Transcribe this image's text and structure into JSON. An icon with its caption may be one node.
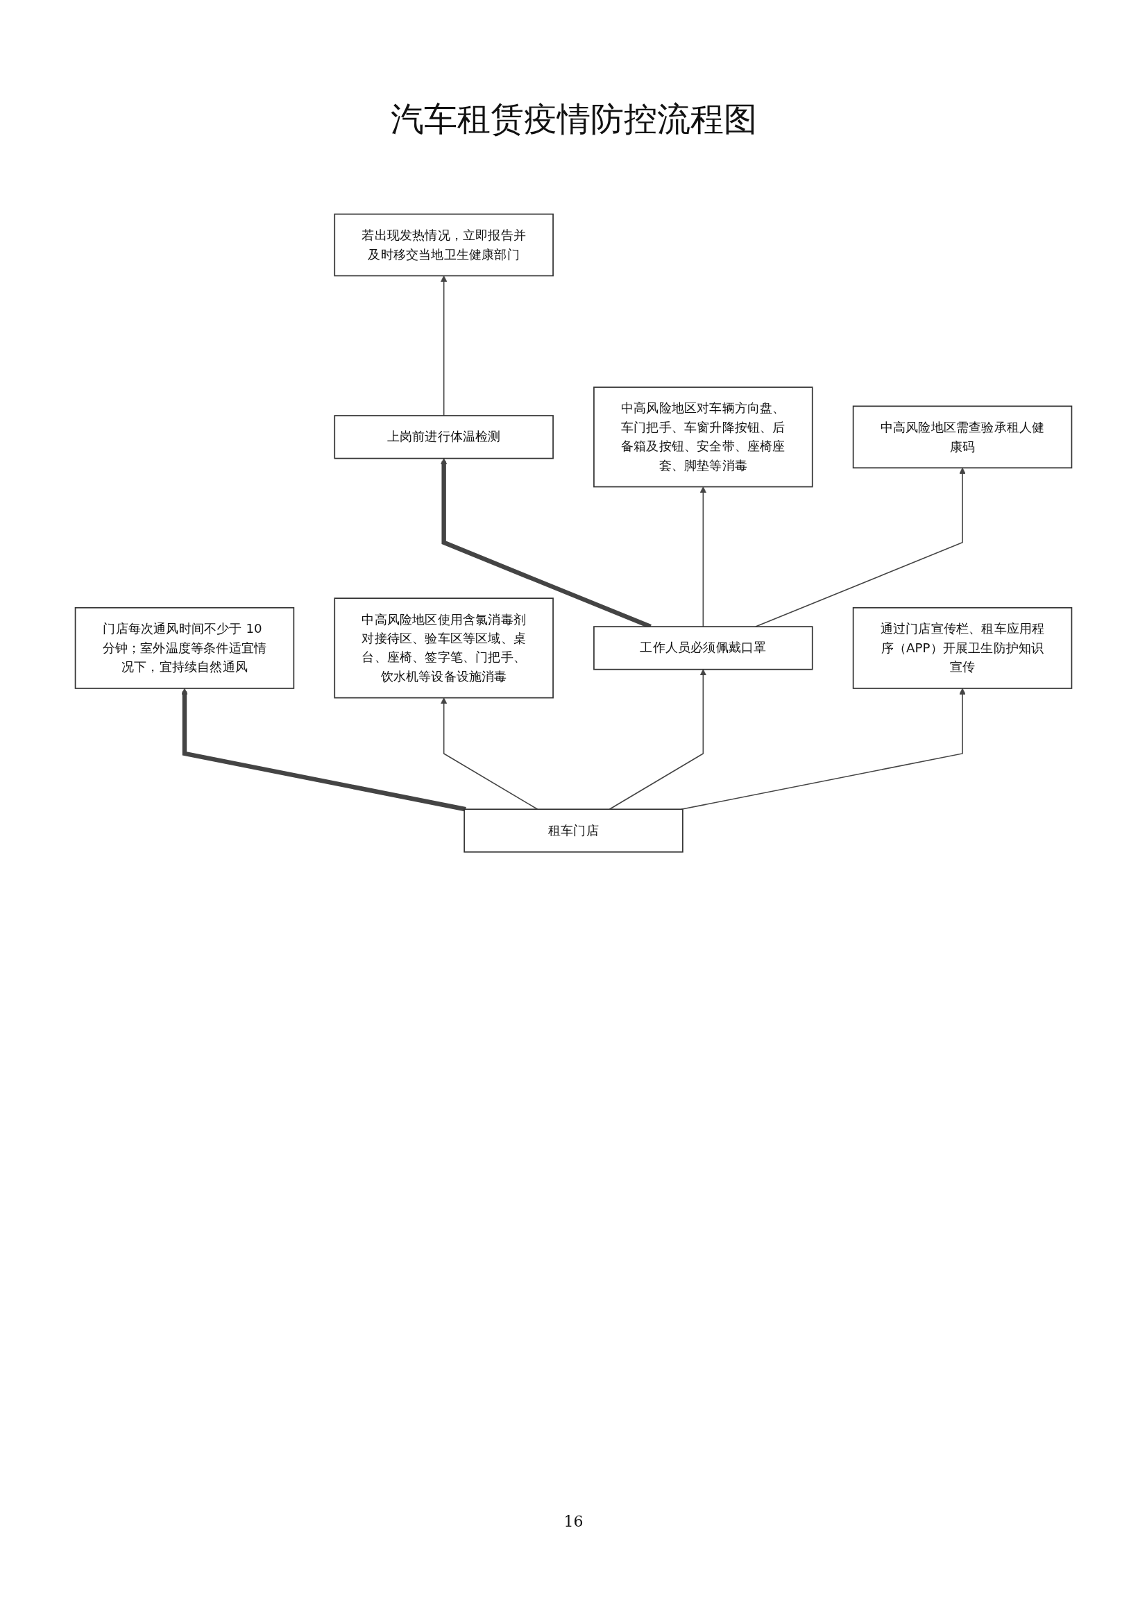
{
  "diagram": {
    "title": "汽车租赁疫情防控流程图",
    "nodes": [
      {
        "text": [
          "门店每次通风时间不少于 10 分钟；室外温度等条件适宜情况下，宜持续自然通风"
        ]
      },
      {
        "text": [
          "上岗前进行体温检测"
        ]
      },
      {
        "text": [
          "若出现发热情况，立即报告并及时移交当地卫生健康部门"
        ]
      },
      {
        "text": [
          "中高风险地区使用含氯消毒剂对接待区、验车区等区域、桌台、座椅、签字笔、门把手、饮水机等设备设施消毒"
        ]
      },
      {
        "text": [
          "租车门店"
        ]
      },
      {
        "text": [
          "工作人员必须佩戴口罩"
        ]
      },
      {
        "text": [
          "中高风险地区对车辆方向盘、车门把手、车窗升降按钮、后备箱及按钮、安全带、座椅座套、脚垫等消毒"
        ]
      },
      {
        "text": [
          "通过门店宣传栏、租车应用程序（APP）开展卫生防护知识宣传"
        ]
      },
      {
        "text": [
          "中高风险地区需查验承租人健康码"
        ]
      }
    ],
    "edges": [
      {
        "from": 4,
        "to": 3,
        "arrow": "to"
      },
      {
        "from": 4,
        "to": 0,
        "arrow": "to",
        "style": "thick"
      },
      {
        "from": 4,
        "to": 7,
        "arrow": "to"
      },
      {
        "from": 4,
        "to": 5,
        "arrow": "to"
      },
      {
        "from": 5,
        "to": 1,
        "arrow": "to",
        "style": "thick"
      },
      {
        "from": 5,
        "to": 8,
        "arrow": "to"
      },
      {
        "from": 5,
        "to": 6,
        "arrow": "to"
      },
      {
        "from": 1,
        "to": 2,
        "arrow": "to"
      }
    ],
    "labels": [
      "16"
    ]
  }
}
